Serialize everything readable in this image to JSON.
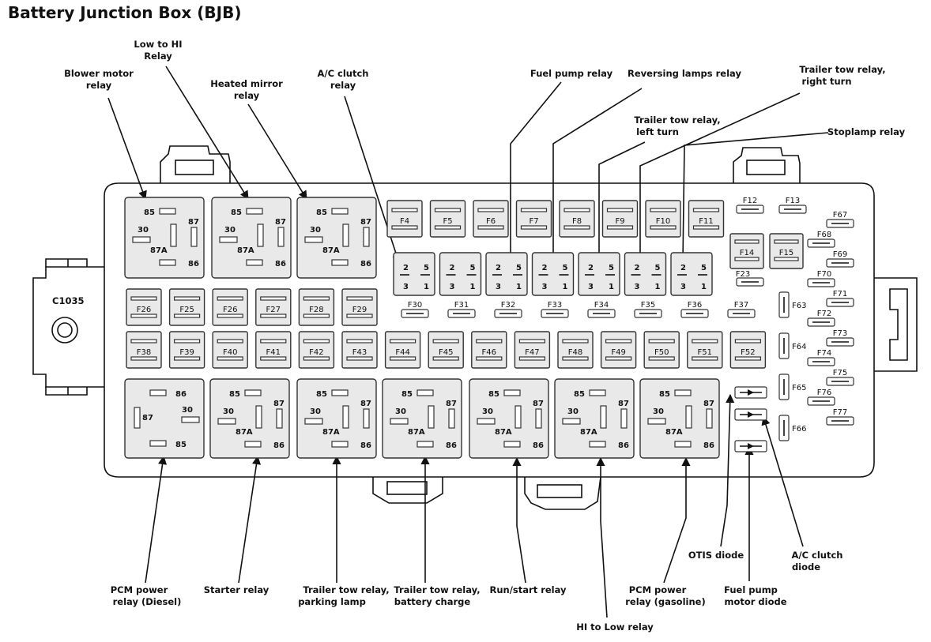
{
  "title": "Battery Junction Box (BJB)",
  "connector": "C1035",
  "callouts": {
    "blower_motor": [
      "Blower motor",
      "relay"
    ],
    "low_to_hi": [
      "Low to HI",
      "Relay"
    ],
    "heated_mirror": [
      "Heated mirror",
      "relay"
    ],
    "ac_clutch_relay": [
      "A/C clutch",
      "relay"
    ],
    "fuel_pump_relay": [
      "Fuel pump relay"
    ],
    "reversing_lamps": [
      "Reversing lamps relay"
    ],
    "trailer_right_turn": [
      "Trailer tow relay,",
      "right turn"
    ],
    "trailer_left_turn": [
      "Trailer tow relay,",
      "left turn"
    ],
    "stoplamp": [
      "Stoplamp relay"
    ],
    "pcm_diesel": [
      "PCM power",
      "relay (Diesel)"
    ],
    "starter": [
      "Starter relay"
    ],
    "trailer_parking": [
      "Trailer tow relay,",
      "parking lamp"
    ],
    "trailer_battery": [
      "Trailer tow relay,",
      "battery charge"
    ],
    "run_start": [
      "Run/start relay"
    ],
    "hi_to_low": [
      "HI to Low relay"
    ],
    "pcm_gasoline": [
      "PCM power",
      "relay (gasoline)"
    ],
    "otis_diode": [
      "OTIS diode"
    ],
    "fuel_pump_diode": [
      "Fuel pump",
      "motor diode"
    ],
    "ac_clutch_diode": [
      "A/C clutch",
      "diode"
    ]
  },
  "relay_pins": {
    "p85": "85",
    "p86": "86",
    "p87": "87",
    "p87a": "87A",
    "p30": "30"
  },
  "mini_relay_pins": {
    "a": "2",
    "b": "5",
    "c": "3",
    "d": "1"
  },
  "fuses": {
    "row1": [
      "F4",
      "F5",
      "F6",
      "F7",
      "F8",
      "F9",
      "F10",
      "F11"
    ],
    "left_a": [
      "F26",
      "F25",
      "F26",
      "F27",
      "F28",
      "F29"
    ],
    "mini_row": [
      "F30",
      "F31",
      "F32",
      "F33",
      "F34",
      "F35",
      "F36",
      "F37"
    ],
    "row3": [
      "F38",
      "F39",
      "F40",
      "F41",
      "F42",
      "F43",
      "F44",
      "F45",
      "F46",
      "F47",
      "F48",
      "F49",
      "F50",
      "F51",
      "F52"
    ],
    "top_right": [
      "F12",
      "F13"
    ],
    "big_right": [
      "F14",
      "F15"
    ],
    "f23": "F23",
    "column_right": [
      "F63",
      "F64",
      "F65",
      "F66"
    ],
    "far_right": [
      "F67",
      "F68",
      "F69",
      "F70",
      "F71",
      "F72",
      "F73",
      "F74",
      "F75",
      "F76",
      "F77"
    ]
  }
}
